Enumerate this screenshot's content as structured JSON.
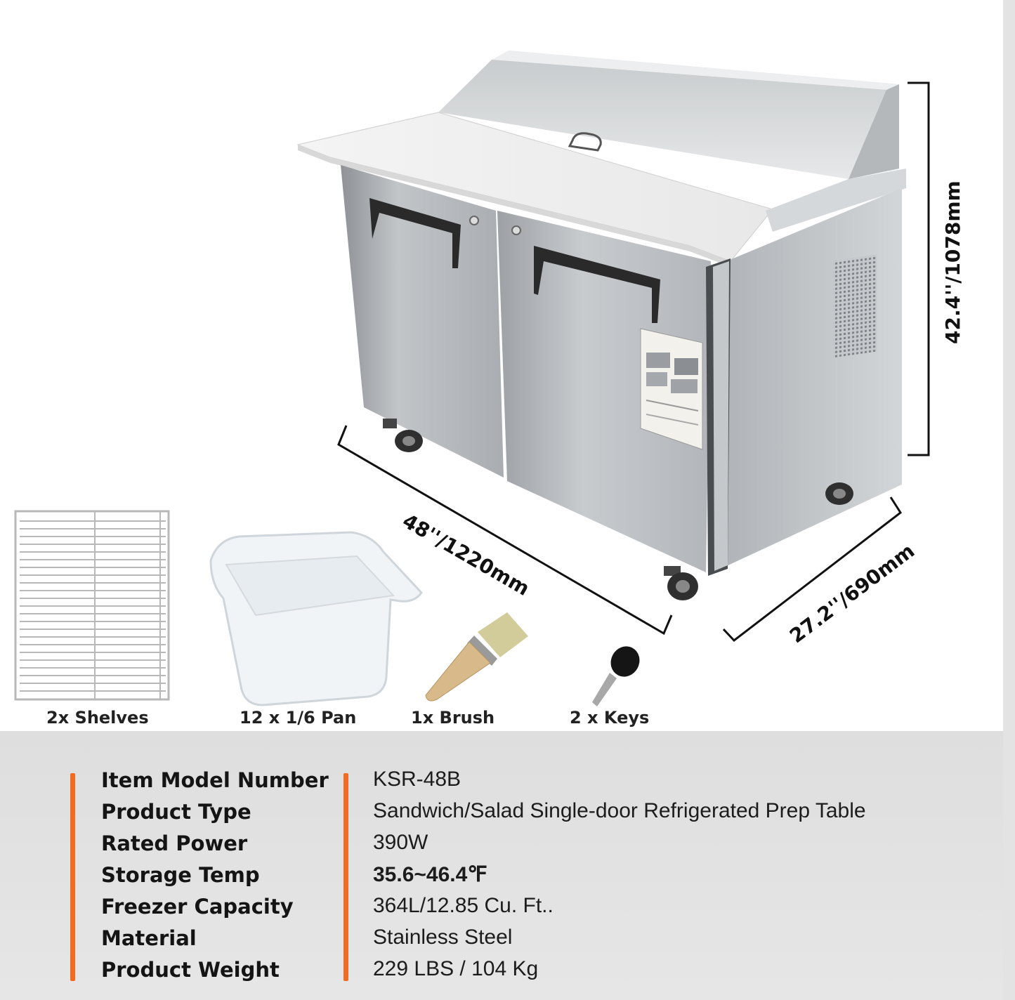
{
  "dimensions": {
    "height": "42.4''/1078mm",
    "width": "48''/1220mm",
    "depth": "27.2''/690mm"
  },
  "accessories": [
    {
      "label": "2x Shelves",
      "icon": "wire-shelf-icon"
    },
    {
      "label": "12 x 1/6 Pan",
      "icon": "food-pan-icon"
    },
    {
      "label": "1x Brush",
      "icon": "brush-icon"
    },
    {
      "label": "2 x Keys",
      "icon": "key-icon"
    }
  ],
  "specs": [
    {
      "key": "Item Model Number",
      "value": "KSR-48B"
    },
    {
      "key": "Product Type",
      "value": "Sandwich/Salad Single-door Refrigerated Prep Table"
    },
    {
      "key": "Rated Power",
      "value": "390W"
    },
    {
      "key": "Storage Temp",
      "value": "35.6~46.4℉"
    },
    {
      "key": "Freezer Capacity",
      "value": "364L/12.85 Cu. Ft.."
    },
    {
      "key": "Material",
      "value": "Stainless Steel"
    },
    {
      "key": "Product Weight",
      "value": "229 LBS / 104 Kg"
    }
  ],
  "colors": {
    "accent": "#f26b21",
    "steel": "#b9bcbf",
    "band": "#e0e0e0"
  }
}
